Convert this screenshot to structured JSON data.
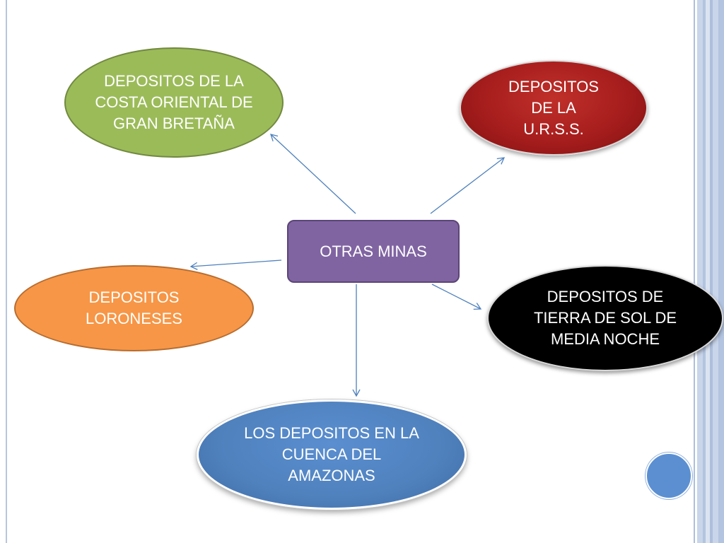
{
  "center": {
    "label": "OTRAS MINAS"
  },
  "nodes": {
    "gran_bretana": {
      "label": "DEPOSITOS DE LA COSTA ORIENTAL DE GRAN BRETAÑA",
      "color": "#9bbb59"
    },
    "urss": {
      "label": "DEPOSITOS DE LA U.R.S.S.",
      "color": "#a61d1d"
    },
    "loroneses": {
      "label": "DEPOSITOS LORONESES",
      "color": "#f79646"
    },
    "tierra_sol": {
      "label": "DEPOSITOS DE TIERRA DE SOL DE MEDIA NOCHE",
      "color": "#000000"
    },
    "amazonas": {
      "label": "LOS DEPOSITOS EN LA CUENCA DEL AMAZONAS",
      "color": "#4f81bd"
    }
  },
  "center_color": "#8064a2",
  "connector_color": "#4f81bd"
}
